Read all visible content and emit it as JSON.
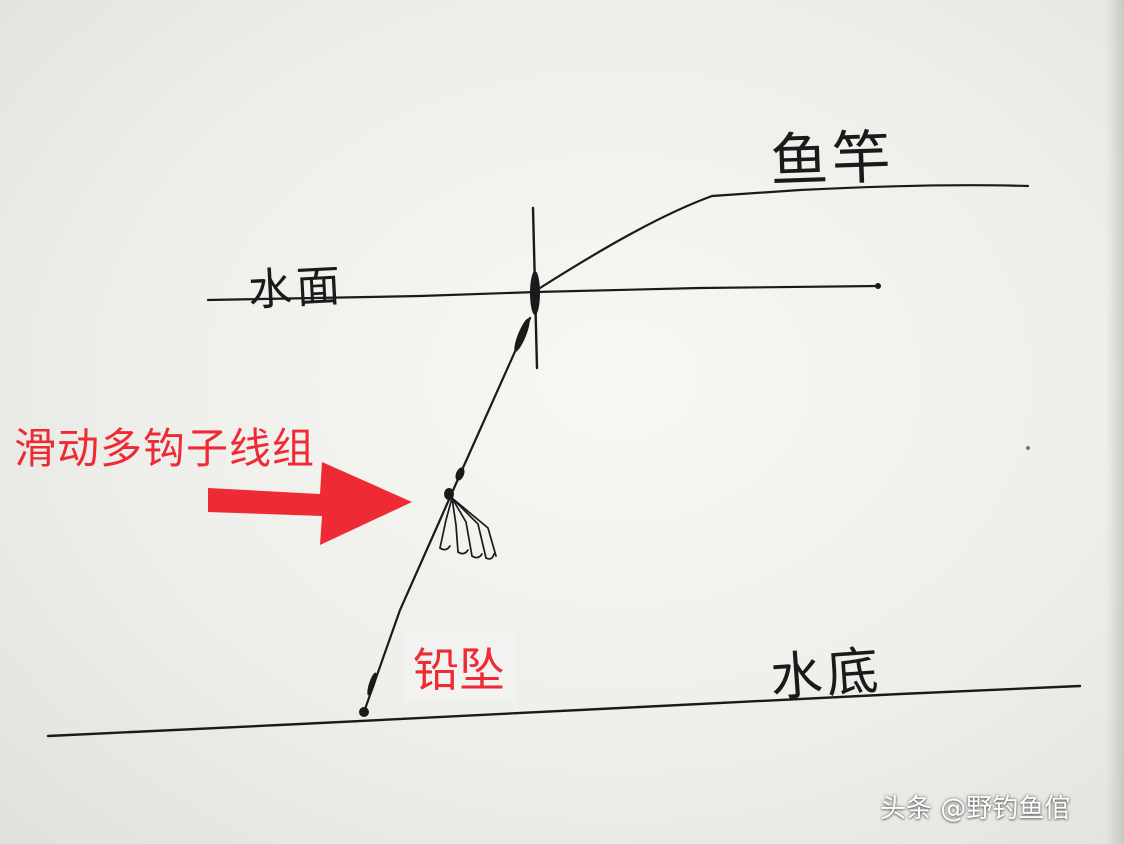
{
  "labels": {
    "rod": "鱼竿",
    "water_surface": "水面",
    "water_bottom": "水底",
    "rig": "滑动多钩子线组",
    "sinker": "铅坠"
  },
  "watermark": "头条 @野钓鱼倌",
  "colors": {
    "ink": "#1a1a1a",
    "annotation_red": "#ee2b35",
    "paper": "#f2f3ef"
  }
}
